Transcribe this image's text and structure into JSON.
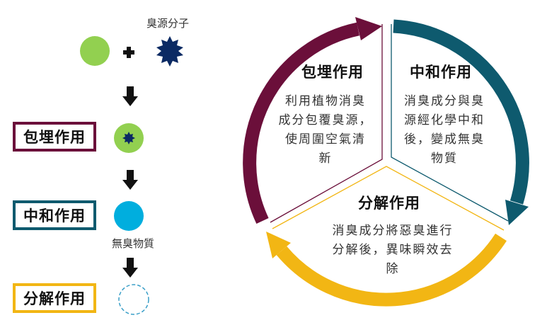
{
  "left": {
    "odor_label": "臭源分子",
    "odorless_label": "無臭物質",
    "steps": [
      {
        "label": "包埋作用"
      },
      {
        "label": "中和作用"
      },
      {
        "label": "分解作用"
      }
    ]
  },
  "cycle": [
    {
      "title": "包埋作用",
      "lines": [
        "利用植物消臭",
        "成分包覆臭源，",
        "使周圍空氣清",
        "新"
      ],
      "color": "#6B0F3A"
    },
    {
      "title": "中和作用",
      "lines": [
        "消臭成分與臭",
        "源經化學中和",
        "後，變成無臭",
        "物質"
      ],
      "color": "#0E5A6E"
    },
    {
      "title": "分解作用",
      "lines": [
        "消臭成分將惡臭進行",
        "分解後，異味瞬效去",
        "除"
      ],
      "color": "#F2B614"
    }
  ],
  "colors": {
    "green": "#92D050",
    "navy": "#0B2A63",
    "blue": "#00AEDE"
  }
}
